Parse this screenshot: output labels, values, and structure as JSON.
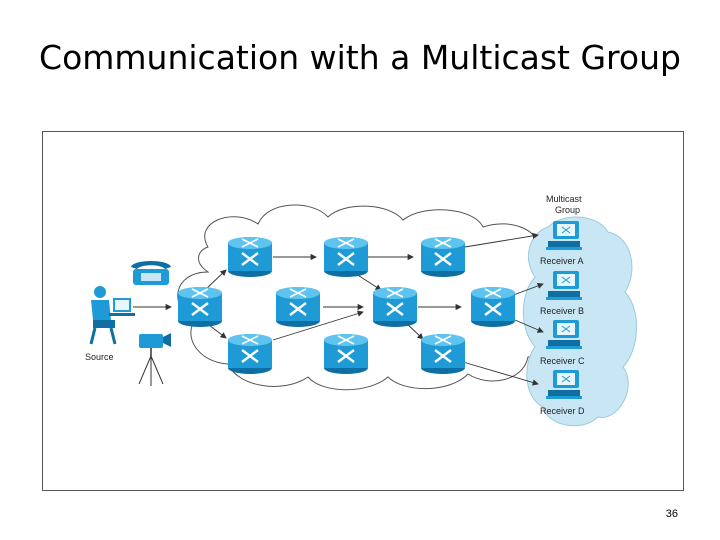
{
  "slide": {
    "title": "Communication with a Multicast Group",
    "page_number": "36"
  },
  "diagram": {
    "group_label_line1": "Multicast",
    "group_label_line2": "Group",
    "source_label": "Source",
    "receivers": [
      {
        "label": "Receiver A"
      },
      {
        "label": "Receiver B"
      },
      {
        "label": "Receiver C"
      },
      {
        "label": "Receiver D"
      }
    ],
    "colors": {
      "router": "#1e9bd7",
      "router_dark": "#0f6fa3",
      "cloud_stroke": "#555555",
      "group_fill": "#c9e6f5",
      "arrow": "#333333"
    }
  }
}
